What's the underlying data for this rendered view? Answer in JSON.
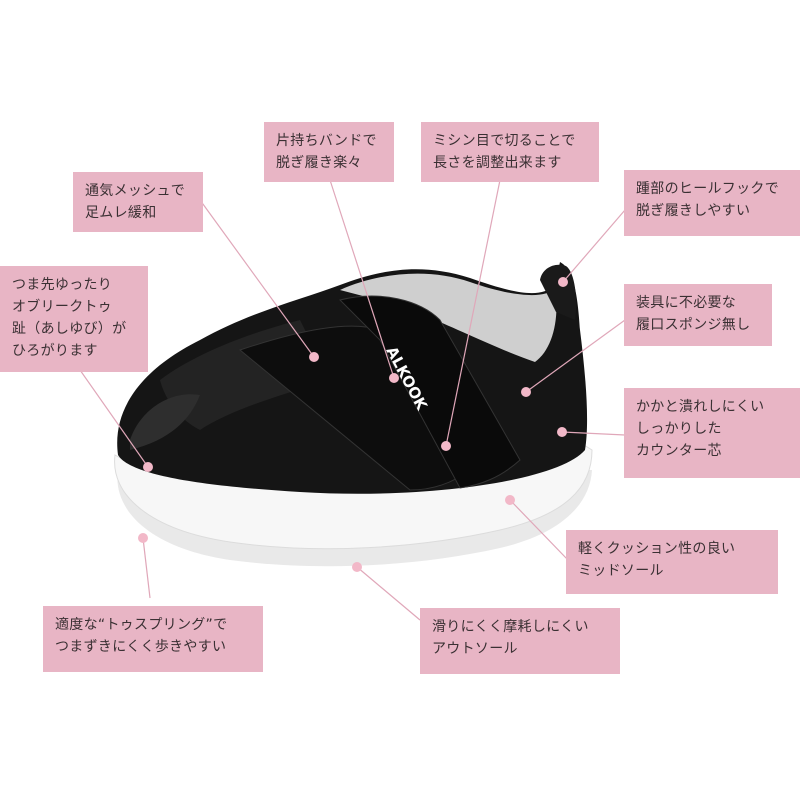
{
  "diagram": {
    "subject": "Kids' velcro sneaker (black)",
    "brand_logo_text": "ALKOOK",
    "colors": {
      "callout_fill": "#e8b5c5",
      "leader_line": "#e0a7b9",
      "dot": "#f2b8c8",
      "text": "#3a3033",
      "shoe_body": "#141414",
      "sole": "#f2f2f2",
      "lining": "#c9c9c9"
    }
  },
  "callouts": [
    {
      "id": "mesh",
      "lines": [
        "通気メッシュで",
        "足ムレ緩和"
      ]
    },
    {
      "id": "band",
      "lines": [
        "片持ちバンドで",
        "脱ぎ履き楽々"
      ]
    },
    {
      "id": "cut",
      "lines": [
        "ミシン目で切ることで",
        "長さを調整出来ます"
      ]
    },
    {
      "id": "heel_hook",
      "lines": [
        "踵部のヒールフックで",
        "脱ぎ履きしやすい"
      ]
    },
    {
      "id": "toe",
      "lines": [
        "つま先ゆったり",
        "オブリークトゥ",
        "趾（あしゆび）が",
        "ひろがります"
      ]
    },
    {
      "id": "sponge",
      "lines": [
        "装具に不必要な",
        "履口スポンジ無し"
      ]
    },
    {
      "id": "counter",
      "lines": [
        "かかと潰れしにくい",
        "しっかりした",
        "カウンター芯"
      ]
    },
    {
      "id": "midsole",
      "lines": [
        "軽くクッション性の良い",
        "ミッドソール"
      ]
    },
    {
      "id": "toe_spring",
      "lines": [
        "適度な“トゥスプリング”で",
        "つまずきにくく歩きやすい"
      ]
    },
    {
      "id": "outsole",
      "lines": [
        "滑りにくく摩耗しにくい",
        "アウトソール"
      ]
    }
  ]
}
